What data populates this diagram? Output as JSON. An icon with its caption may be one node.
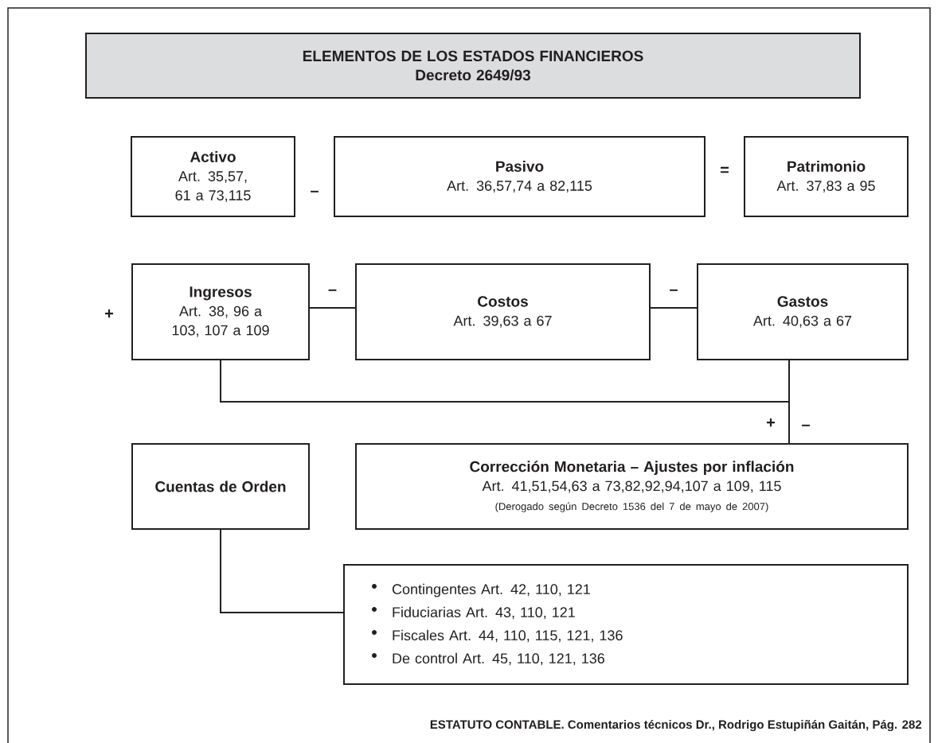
{
  "diagram": {
    "caption": "ESTATUTO CONTABLE. Comentarios técnicos Dr., Rodrigo Estupiñán Gaitán, Pág. 282",
    "nodes": [
      {
        "text": [
          "ELEMENTOS DE LOS ESTADOS FINANCIEROS",
          "Decreto 2649/93"
        ]
      },
      {
        "text": [
          "Activo",
          "Art. 35,57, 61 a 73,115"
        ]
      },
      {
        "text": [
          "Pasivo",
          "Art. 36,57,74 a 82,115"
        ]
      },
      {
        "text": [
          "Patrimonio",
          "Art. 37,83 a 95"
        ]
      },
      {
        "text": [
          "Ingresos",
          "Art. 38, 96 a 103, 107 a 109"
        ],
        "beside": [
          "+"
        ]
      },
      {
        "text": [
          "Costos",
          "Art. 39,63 a 67"
        ]
      },
      {
        "text": [
          "Gastos",
          "Art. 40,63 a 67"
        ]
      },
      {
        "text": [
          "Cuentas de Orden"
        ]
      },
      {
        "text": [
          "Corrección Monetaria – Ajustes por inflación",
          "Art. 41,51,54,63 a 73,82,92,94,107 a 109, 115",
          "(Derogado según Decreto 1536 del 7 de mayo de 2007)"
        ]
      },
      {
        "text": [
          "Contingentes Art. 42, 110, 121",
          "Fiduciarias Art. 43, 110, 121",
          "Fiscales Art. 44, 110, 115, 121, 136",
          "De control Art. 45, 110, 121, 136"
        ]
      }
    ],
    "edges": [
      {
        "from": 4,
        "to": 5,
        "arrow": "none",
        "label": "–"
      },
      {
        "from": 5,
        "to": 6,
        "arrow": "none",
        "label": "–"
      },
      {
        "from": 4,
        "to": 8,
        "arrow": "none"
      },
      {
        "from": 6,
        "to": 8,
        "arrow": "none"
      },
      {
        "from": 7,
        "to": 9,
        "arrow": "none"
      }
    ],
    "labels": [
      "–",
      "=",
      "+",
      "–"
    ]
  }
}
